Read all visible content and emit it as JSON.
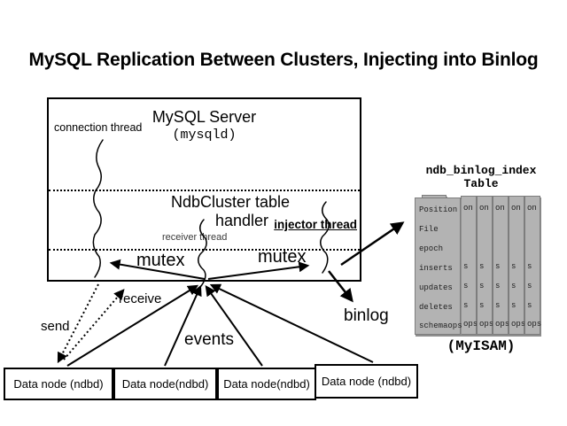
{
  "title": "MySQL Replication Between Clusters, Injecting into Binlog",
  "server_box": {
    "title": "MySQL Server",
    "subtitle": "(mysqld)",
    "handler_line1": "NdbCluster table",
    "handler_line2": "handler",
    "connection_thread": "connection thread",
    "receiver_thread": "receiver thread",
    "injector_thread": "injector thread",
    "mutex_left": "mutex",
    "mutex_right": "mutex"
  },
  "flow_labels": {
    "send": "send",
    "receive": "receive",
    "events": "events",
    "binlog": "binlog"
  },
  "binlog_index_table": {
    "title_line1": "ndb_binlog_index",
    "title_line2": "Table",
    "engine": "(MyISAM)",
    "fields": [
      "Position",
      "File",
      "epoch",
      "inserts",
      "updates",
      "deletes",
      "schemaops"
    ],
    "fragment_rows": [
      "on",
      "",
      "",
      "s",
      "s",
      "s",
      "ops"
    ],
    "stack_count": 5,
    "card_fill": "#b3b3b3",
    "card_border": "#7d7d7d"
  },
  "data_nodes": [
    {
      "label": "Data node (ndbd)"
    },
    {
      "label": "Data node(ndbd)"
    },
    {
      "label": "Data node(ndbd)"
    },
    {
      "label": "Data node (ndbd)"
    }
  ],
  "colors": {
    "ink": "#000000",
    "background": "#ffffff"
  }
}
